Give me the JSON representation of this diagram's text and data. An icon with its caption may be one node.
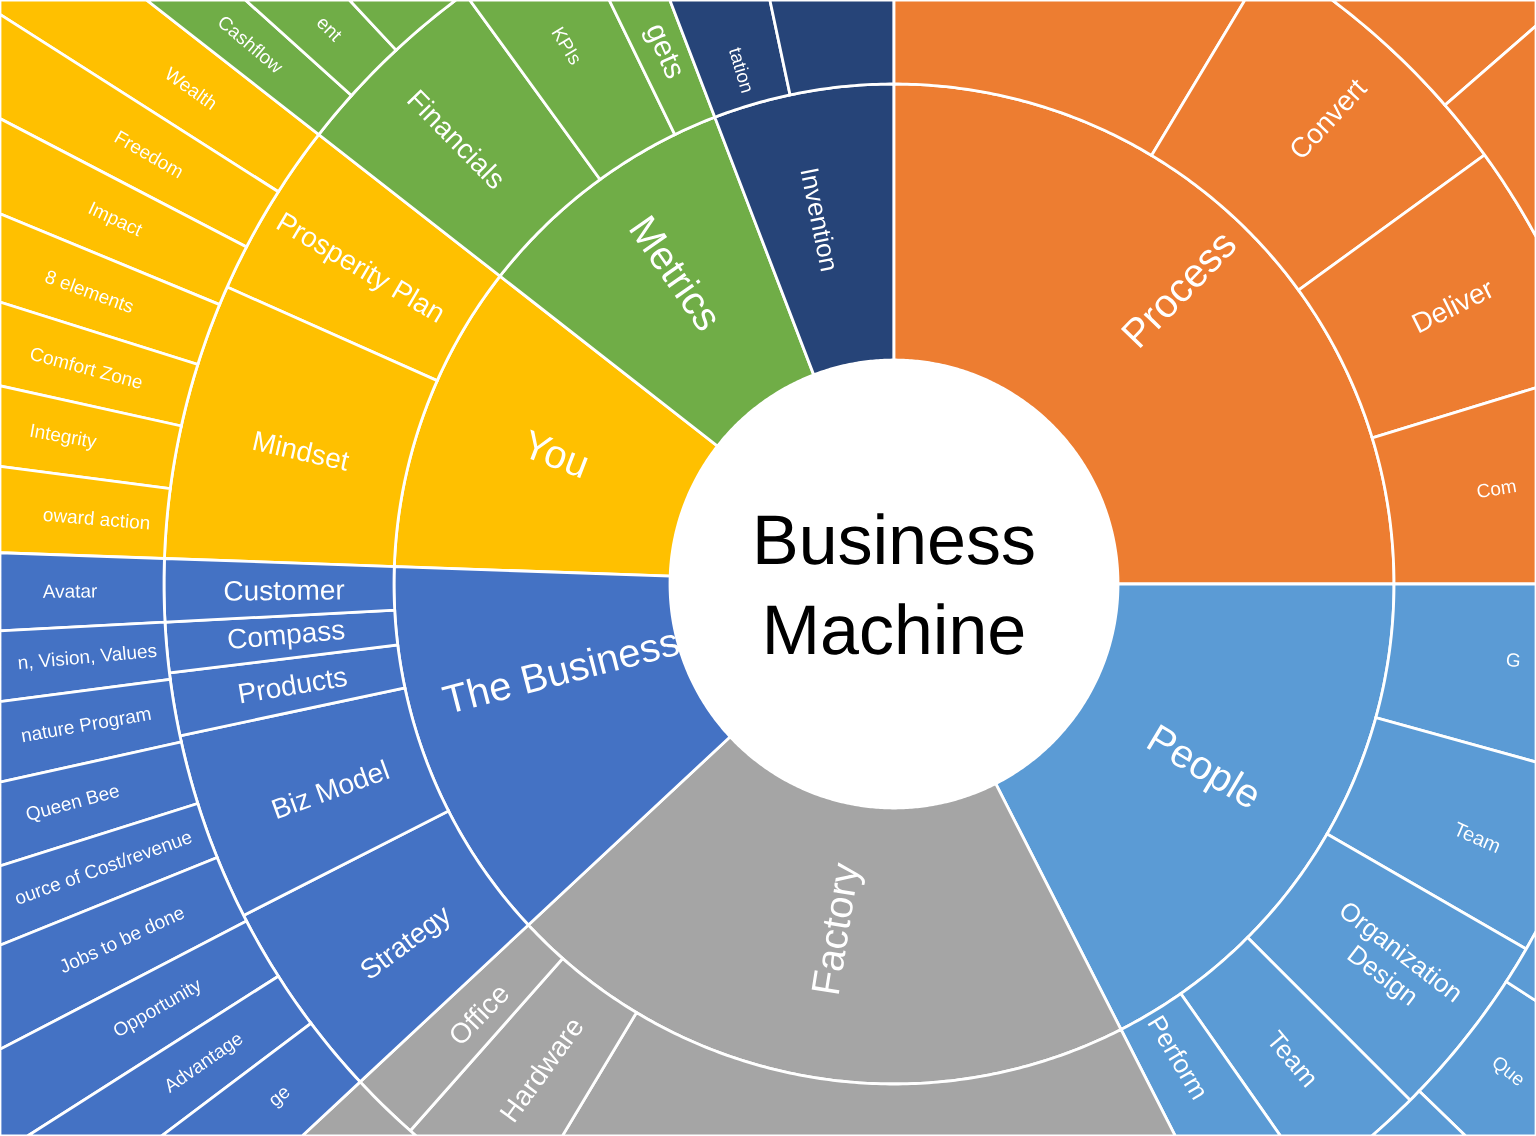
{
  "diagram": {
    "nodes": [
      {
        "text": [
          "Business Machine"
        ]
      },
      {
        "text": [
          "You"
        ]
      },
      {
        "text": [
          "Metrics"
        ]
      },
      {
        "text": [
          "Invention"
        ]
      },
      {
        "text": [
          "Process"
        ]
      },
      {
        "text": [
          "People"
        ]
      },
      {
        "text": [
          "Factory"
        ]
      },
      {
        "text": [
          "The Business"
        ]
      },
      {
        "text": [
          "Prosperity Plan"
        ]
      },
      {
        "text": [
          "Mindset"
        ]
      },
      {
        "text": [
          "Financials"
        ]
      },
      {
        "text": [
          "KPIs"
        ]
      },
      {
        "text": [
          "gets"
        ]
      },
      {
        "text": [
          "tation"
        ]
      },
      {
        "text": [],
        "shape": "wedge"
      },
      {
        "text": [],
        "shape": "wedge"
      },
      {
        "text": [
          "Convert"
        ]
      },
      {
        "text": [
          "Deliver"
        ]
      },
      {
        "text": [
          "Com"
        ]
      },
      {
        "text": [
          "G"
        ]
      },
      {
        "text": [
          "Team"
        ]
      },
      {
        "text": [
          "Organization Design"
        ]
      },
      {
        "text": [
          "Team"
        ]
      },
      {
        "text": [
          "Perform"
        ]
      },
      {
        "text": [],
        "shape": "wedge"
      },
      {
        "text": [
          "Hardware"
        ]
      },
      {
        "text": [
          "Office"
        ]
      },
      {
        "text": [
          "Strategy"
        ]
      },
      {
        "text": [
          "Biz Model"
        ]
      },
      {
        "text": [
          "Products"
        ]
      },
      {
        "text": [
          "Compass"
        ]
      },
      {
        "text": [
          "Customer"
        ]
      },
      {
        "text": [
          "Wealth"
        ]
      },
      {
        "text": [
          "Freedom"
        ]
      },
      {
        "text": [
          "Impact"
        ]
      },
      {
        "text": [
          "8 elements"
        ]
      },
      {
        "text": [
          "Comfort Zone"
        ]
      },
      {
        "text": [
          "Integrity"
        ]
      },
      {
        "text": [
          "oward action"
        ]
      },
      {
        "text": [
          "Cashflow"
        ]
      },
      {
        "text": [
          "ent"
        ]
      },
      {
        "text": [],
        "shape": "wedge"
      },
      {
        "text": [],
        "shape": "wedge"
      },
      {
        "text": [],
        "shape": "wedge"
      },
      {
        "text": [],
        "shape": "wedge"
      },
      {
        "text": [
          "Que"
        ]
      },
      {
        "text": [],
        "shape": "wedge"
      },
      {
        "text": [],
        "shape": "wedge"
      },
      {
        "text": [
          "Avatar"
        ]
      },
      {
        "text": [
          "n, Vision, Values"
        ]
      },
      {
        "text": [
          "nature Program"
        ]
      },
      {
        "text": [
          "Queen Bee"
        ]
      },
      {
        "text": [
          "ource of Cost/revenue"
        ]
      },
      {
        "text": [
          "Jobs to be done"
        ]
      },
      {
        "text": [
          "Opportunity"
        ]
      },
      {
        "text": [
          "Advantage"
        ]
      },
      {
        "text": [
          "ge"
        ]
      }
    ]
  }
}
